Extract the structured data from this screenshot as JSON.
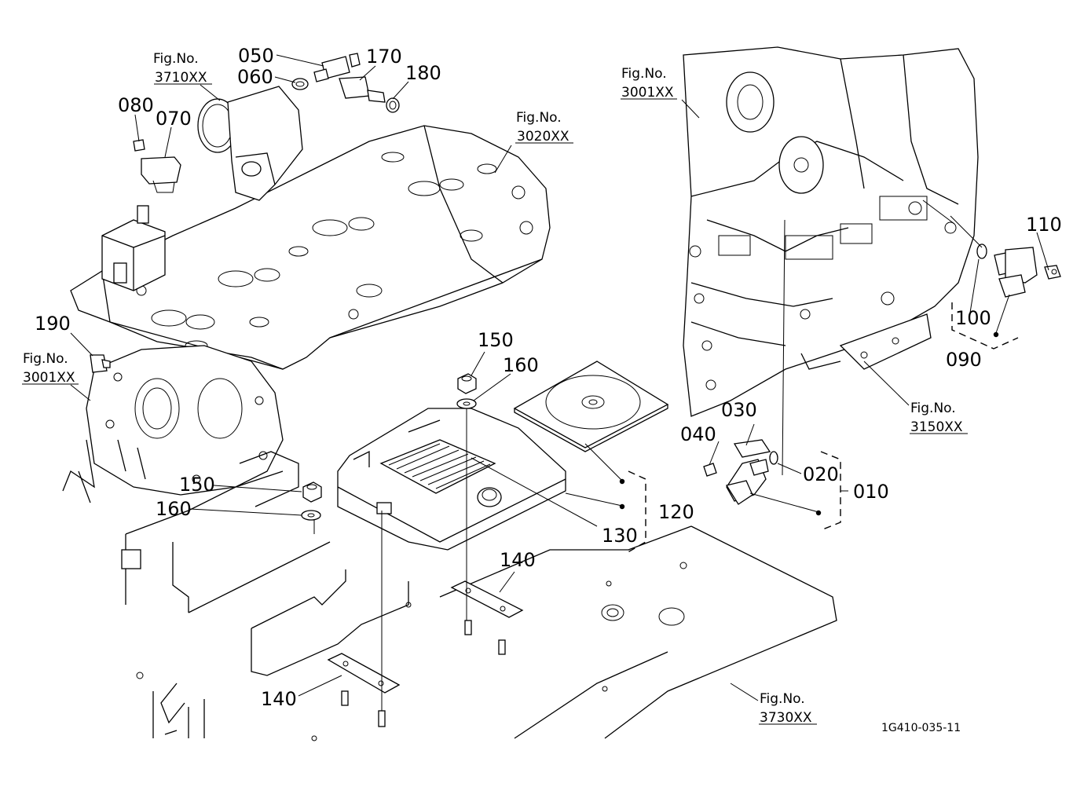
{
  "parts": {
    "p050": "050",
    "p060": "060",
    "p170": "170",
    "p180": "180",
    "p080": "080",
    "p070": "070",
    "p190": "190",
    "p150a": "150",
    "p160a": "160",
    "p150b": "150",
    "p160b": "160",
    "p130": "130",
    "p120": "120",
    "p140a": "140",
    "p140b": "140",
    "p110": "110",
    "p100": "100",
    "p090": "090",
    "p030": "030",
    "p040": "040",
    "p020": "020",
    "p010": "010"
  },
  "figrefs": {
    "f3710_fig": "Fig.No.",
    "f3710_no": "3710XX",
    "f3020_fig": "Fig.No.",
    "f3020_no": "3020XX",
    "f3001a_fig": "Fig.No.",
    "f3001a_no": "3001XX",
    "f3001b_fig": "Fig.No.",
    "f3001b_no": "3001XX",
    "f3150_fig": "Fig.No.",
    "f3150_no": "3150XX",
    "f3730_fig": "Fig.No.",
    "f3730_no": "3730XX"
  },
  "drawing_code": "1G410-035-11"
}
